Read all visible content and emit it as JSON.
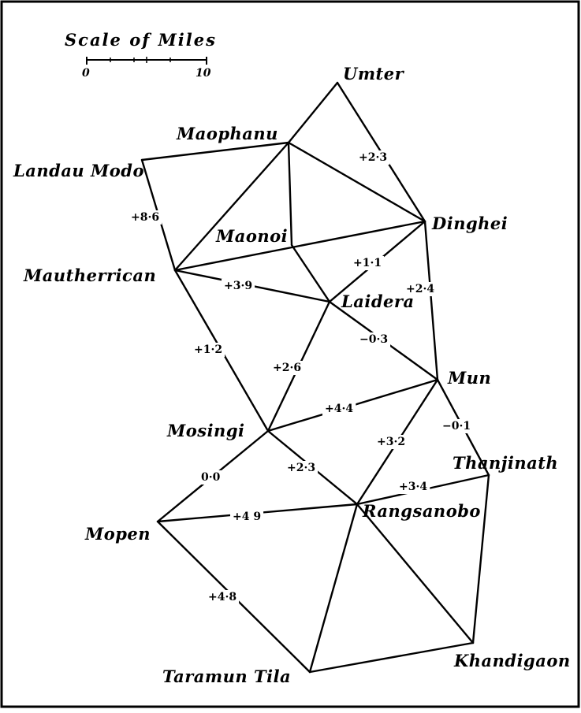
{
  "scale": {
    "title": "Scale of Miles",
    "start_label": "0",
    "end_label": "10"
  },
  "stations": [
    {
      "id": "umter",
      "name": "Umter"
    },
    {
      "id": "maophanu",
      "name": "Maophanu"
    },
    {
      "id": "landau-modo",
      "name": "Landau Modo"
    },
    {
      "id": "dinghei",
      "name": "Dinghei"
    },
    {
      "id": "maonoi",
      "name": "Maonoi"
    },
    {
      "id": "mautherrican",
      "name": "Mautherrican"
    },
    {
      "id": "laidera",
      "name": "Laidera"
    },
    {
      "id": "mun",
      "name": "Mun"
    },
    {
      "id": "mosingi",
      "name": "Mosingi"
    },
    {
      "id": "thanjinath",
      "name": "Thanjinath"
    },
    {
      "id": "rangsanobo",
      "name": "Rangsanobo"
    },
    {
      "id": "mopen",
      "name": "Mopen"
    },
    {
      "id": "khandigaon",
      "name": "Khandigaon"
    },
    {
      "id": "taramun-tila",
      "name": "Taramun Tila"
    }
  ],
  "edges": [
    {
      "from": "umter",
      "to": "maophanu",
      "label": ""
    },
    {
      "from": "umter",
      "to": "dinghei",
      "label": "+2·3"
    },
    {
      "from": "maophanu",
      "to": "landau-modo",
      "label": ""
    },
    {
      "from": "maophanu",
      "to": "dinghei",
      "label": ""
    },
    {
      "from": "maophanu",
      "to": "maonoi",
      "label": ""
    },
    {
      "from": "maophanu",
      "to": "mautherrican",
      "label": ""
    },
    {
      "from": "landau-modo",
      "to": "mautherrican",
      "label": "+8·6"
    },
    {
      "from": "mautherrican",
      "to": "dinghei",
      "label": ""
    },
    {
      "from": "mautherrican",
      "to": "laidera",
      "label": "+3·9"
    },
    {
      "from": "mautherrican",
      "to": "mosingi",
      "label": "+1·2"
    },
    {
      "from": "maonoi",
      "to": "laidera",
      "label": ""
    },
    {
      "from": "dinghei",
      "to": "laidera",
      "label": "+1·1"
    },
    {
      "from": "dinghei",
      "to": "mun",
      "label": "+2·4"
    },
    {
      "from": "laidera",
      "to": "mun",
      "label": "−0·3"
    },
    {
      "from": "laidera",
      "to": "mosingi",
      "label": "+2·6"
    },
    {
      "from": "mun",
      "to": "mosingi",
      "label": "+4·4"
    },
    {
      "from": "mun",
      "to": "rangsanobo",
      "label": "+3·2"
    },
    {
      "from": "mun",
      "to": "thanjinath",
      "label": "−0·1"
    },
    {
      "from": "mosingi",
      "to": "rangsanobo",
      "label": "+2·3"
    },
    {
      "from": "mosingi",
      "to": "mopen",
      "label": "0·0"
    },
    {
      "from": "thanjinath",
      "to": "rangsanobo",
      "label": "+3·4"
    },
    {
      "from": "thanjinath",
      "to": "khandigaon",
      "label": ""
    },
    {
      "from": "mopen",
      "to": "rangsanobo",
      "label": "+4 9"
    },
    {
      "from": "mopen",
      "to": "taramun-tila",
      "label": "+4·8"
    },
    {
      "from": "rangsanobo",
      "to": "khandigaon",
      "label": ""
    },
    {
      "from": "rangsanobo",
      "to": "taramun-tila",
      "label": ""
    },
    {
      "from": "khandigaon",
      "to": "taramun-tila",
      "label": ""
    }
  ]
}
